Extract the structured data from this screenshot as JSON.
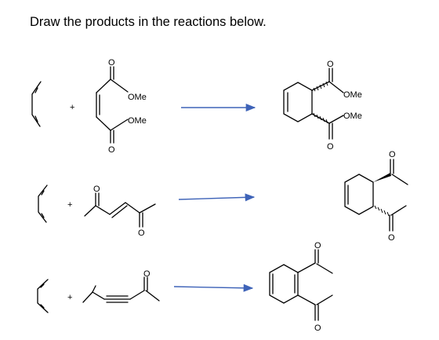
{
  "instruction": "Draw the products in the reactions below.",
  "colors": {
    "arrow": "#3e63b8",
    "ink": "#000000",
    "background": "#ffffff"
  },
  "symbols": {
    "plus": "+",
    "oxygen": "O"
  },
  "reactions": [
    {
      "substituent_labels": [
        "OMe",
        "OMe"
      ],
      "product_labels": [
        "OMe",
        "OMe"
      ]
    },
    {
      "substituent_labels": [],
      "product_labels": []
    },
    {
      "substituent_labels": [],
      "product_labels": []
    }
  ]
}
